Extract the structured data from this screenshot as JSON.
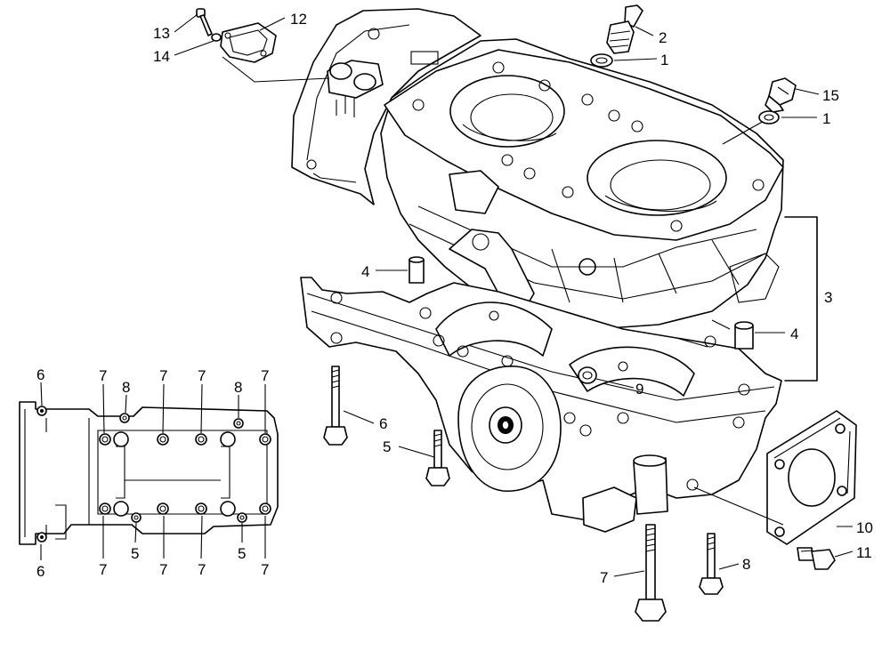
{
  "diagram": {
    "callouts": [
      {
        "id": "c-13",
        "text": "13"
      },
      {
        "id": "c-14",
        "text": "14"
      },
      {
        "id": "c-12",
        "text": "12"
      },
      {
        "id": "c-2",
        "text": "2"
      },
      {
        "id": "c-1a",
        "text": "1"
      },
      {
        "id": "c-15",
        "text": "15"
      },
      {
        "id": "c-1b",
        "text": "1"
      },
      {
        "id": "c-3",
        "text": "3"
      },
      {
        "id": "c-4a",
        "text": "4"
      },
      {
        "id": "c-4b",
        "text": "4"
      },
      {
        "id": "c-9",
        "text": "9"
      },
      {
        "id": "c-6a",
        "text": "6"
      },
      {
        "id": "c-5a",
        "text": "5"
      },
      {
        "id": "c-10",
        "text": "10"
      },
      {
        "id": "c-11",
        "text": "11"
      },
      {
        "id": "c-8a",
        "text": "8"
      },
      {
        "id": "c-7a",
        "text": "7"
      }
    ],
    "inset_callouts": [
      {
        "id": "i-6t",
        "text": "6"
      },
      {
        "id": "i-7a",
        "text": "7"
      },
      {
        "id": "i-8a",
        "text": "8"
      },
      {
        "id": "i-7b",
        "text": "7"
      },
      {
        "id": "i-7c",
        "text": "7"
      },
      {
        "id": "i-8b",
        "text": "8"
      },
      {
        "id": "i-7d",
        "text": "7"
      },
      {
        "id": "i-6b",
        "text": "6"
      },
      {
        "id": "i-7e",
        "text": "7"
      },
      {
        "id": "i-5a",
        "text": "5"
      },
      {
        "id": "i-7f",
        "text": "7"
      },
      {
        "id": "i-7g",
        "text": "7"
      },
      {
        "id": "i-5b",
        "text": "5"
      },
      {
        "id": "i-7h",
        "text": "7"
      }
    ]
  }
}
